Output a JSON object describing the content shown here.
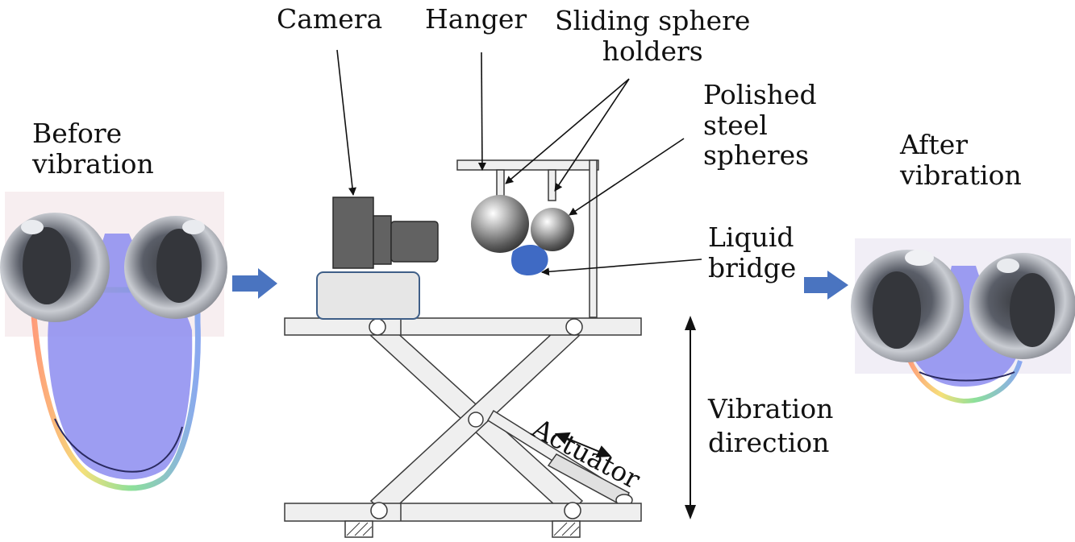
{
  "labels": {
    "camera": "Camera",
    "hanger": "Hanger",
    "sliding_1": "Sliding sphere",
    "sliding_2": "holders",
    "polished_1": "Polished",
    "polished_2": "steel",
    "polished_3": "spheres",
    "liquid_1": "Liquid",
    "liquid_2": "bridge",
    "before_1": "Before",
    "before_2": "vibration",
    "after_1": "After",
    "after_2": "vibration",
    "vibdir_1": "Vibration",
    "vibdir_2": "direction",
    "actuator": "Actuator"
  },
  "colors": {
    "liquid": "#3f6ac4",
    "liquid_photo": "#8c8cf0",
    "arrow_blue": "#4a74c0",
    "line": "#3a3a3a",
    "table_fill": "#efefef",
    "camera_dark": "#626262",
    "camera_base": "#e6e6e6",
    "camera_base_stroke": "#3f5f88"
  }
}
